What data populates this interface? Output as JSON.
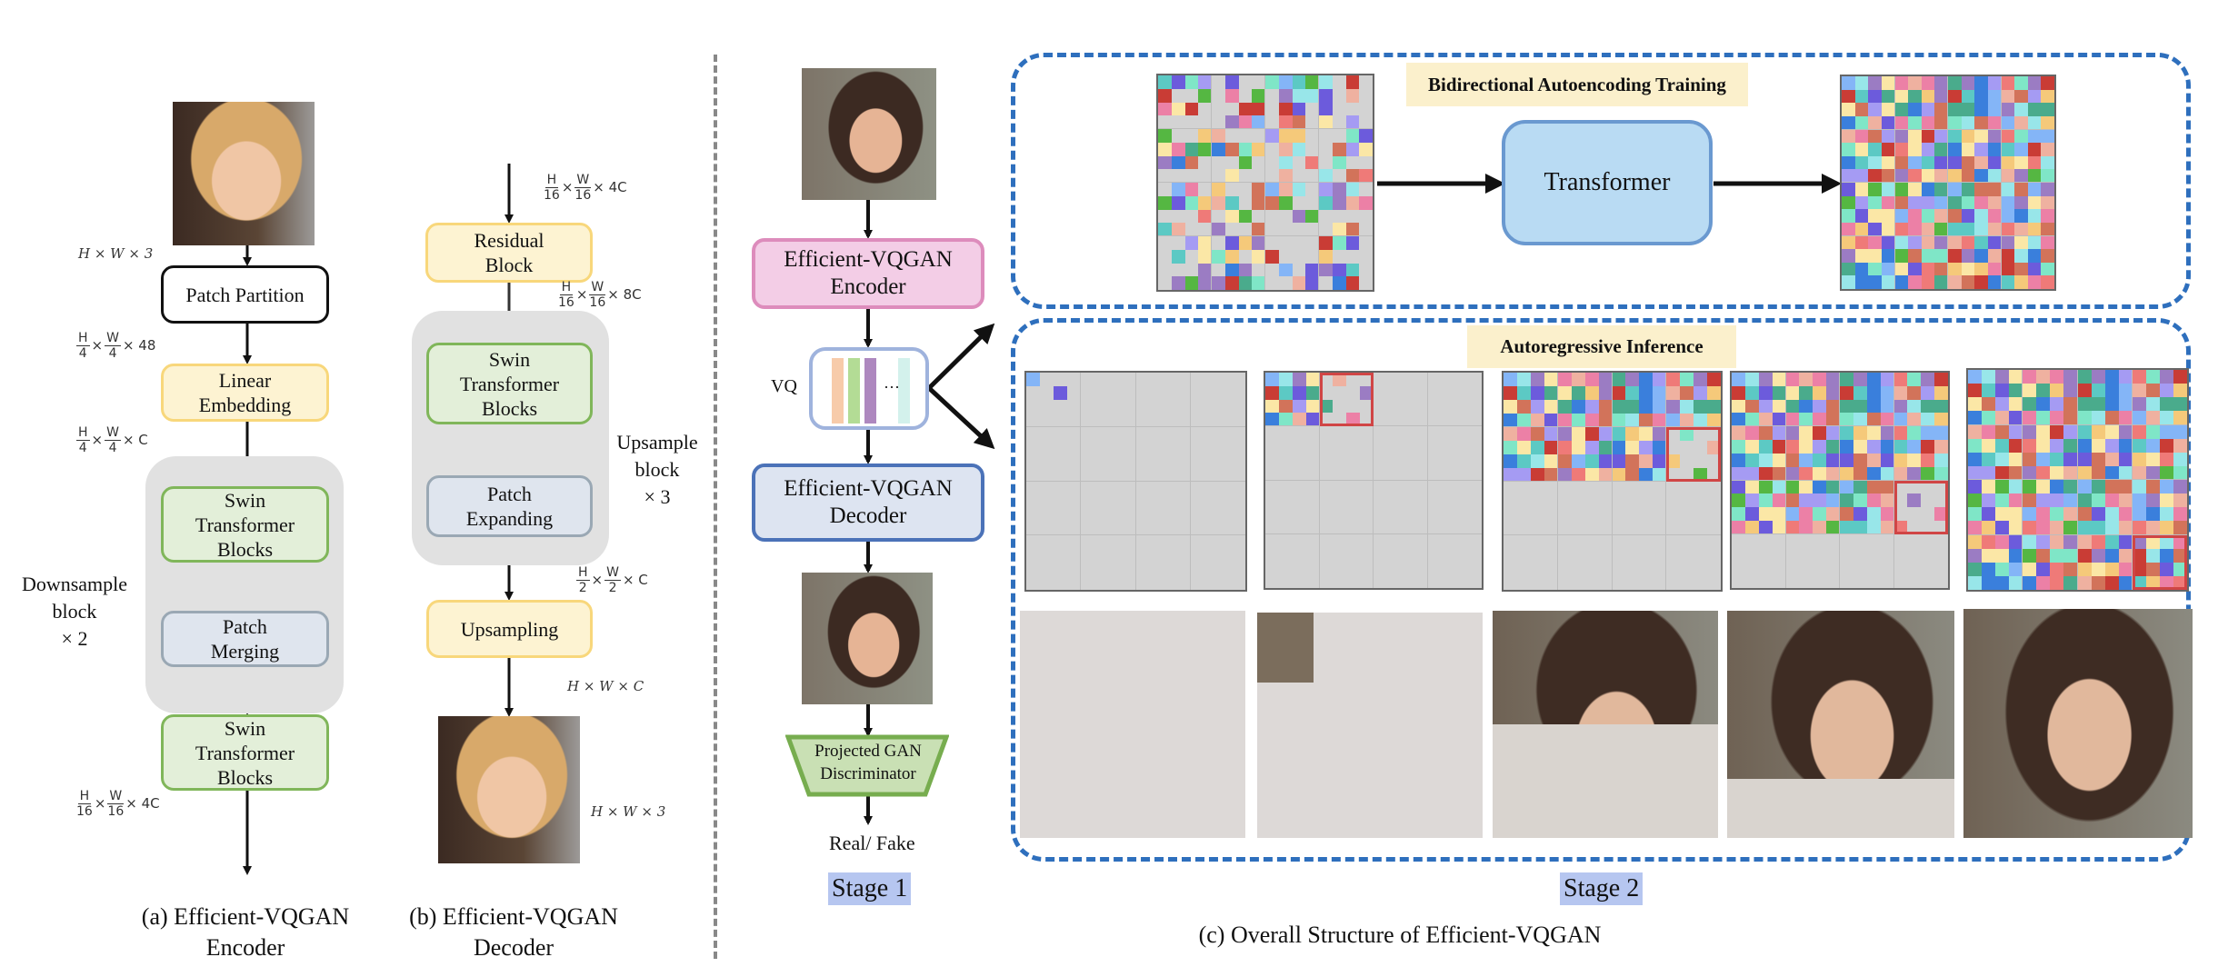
{
  "encoder": {
    "input_dim": "H × W × 3",
    "blocks": {
      "patch_partition": "Patch Partition",
      "linear_embedding": [
        "Linear",
        "Embedding"
      ],
      "swin": [
        "Swin",
        "Transformer",
        "Blocks"
      ],
      "patch_merging": [
        "Patch",
        "Merging"
      ],
      "swin_final": [
        "Swin",
        "Transformer",
        "Blocks"
      ]
    },
    "dims": {
      "after_partition": {
        "h": "H",
        "hd": "4",
        "w": "W",
        "wd": "4",
        "c": "× 48"
      },
      "after_embedding": {
        "h": "H",
        "hd": "4",
        "w": "W",
        "wd": "4",
        "c": "× C"
      },
      "output": {
        "h": "H",
        "hd": "16",
        "w": "W",
        "wd": "16",
        "c": "× 4C"
      }
    },
    "repeat_label": [
      "Downsample",
      "block",
      "× 2"
    ],
    "caption": [
      "(a) Efficient-VQGAN",
      "Encoder"
    ]
  },
  "decoder": {
    "blocks": {
      "residual": [
        "Residual",
        "Block"
      ],
      "swin": [
        "Swin",
        "Transformer",
        "Blocks"
      ],
      "patch_expanding": [
        "Patch",
        "Expanding"
      ],
      "upsampling": "Upsampling"
    },
    "dims": {
      "input": {
        "h": "H",
        "hd": "16",
        "w": "W",
        "wd": "16",
        "c": "× 4C"
      },
      "after_residual": {
        "h": "H",
        "hd": "16",
        "w": "W",
        "wd": "16",
        "c": "× 8C"
      },
      "after_upsample_blocks": {
        "h": "H",
        "hd": "2",
        "w": "W",
        "wd": "2",
        "c": "× C"
      },
      "after_upsampling": "H × W × C",
      "output": "H × W × 3"
    },
    "repeat_label": [
      "Upsample",
      "block",
      "× 3"
    ],
    "caption": [
      "(b) Efficient-VQGAN",
      "Decoder"
    ]
  },
  "stage1": {
    "encoder": [
      "Efficient-VQGAN",
      "Encoder"
    ],
    "vq_label": "VQ",
    "vq_ellipsis": "···",
    "vq_colors": [
      "#f7cbaa",
      "#b3dc95",
      "#ae88bf",
      "#d3f1ec"
    ],
    "decoder": [
      "Efficient-VQGAN",
      "Decoder"
    ],
    "discriminator": [
      "Projected GAN",
      "Discriminator"
    ],
    "output": "Real/ Fake",
    "label": "Stage 1"
  },
  "stage2": {
    "training_tag": "Bidirectional Autoencoding Training",
    "transformer": "Transformer",
    "inference_tag": "Autoregressive Inference",
    "inference_steps_filled_rows": [
      0,
      4,
      8,
      12,
      16
    ],
    "label": "Stage 2"
  },
  "overall_caption": "(c) Overall Structure of Efficient-VQGAN",
  "colors": {
    "accent_blue": "#2e6fbd",
    "stage_highlight": "#b6c6f0",
    "tag_bg": "#fbf0cc",
    "token_palette": [
      "#f5c97a",
      "#fbe7a6",
      "#55b742",
      "#ec80a6",
      "#6c5bdc",
      "#9b7cc3",
      "#d2735a",
      "#c93c35",
      "#7fe6c7",
      "#5cc9c4",
      "#3a7fdc",
      "#84b5f7",
      "#efb1a0",
      "#4aab8c",
      "#a59bf3",
      "#98e6e9",
      "#ef7a78"
    ]
  }
}
